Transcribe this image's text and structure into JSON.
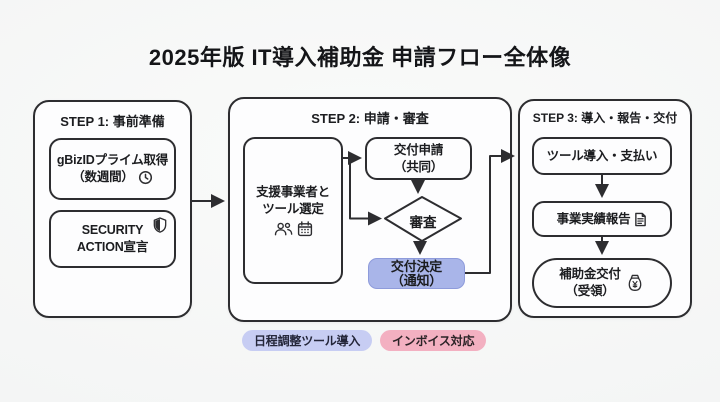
{
  "title": "2025年版 IT導入補助金 申請フロー全体像",
  "colors": {
    "background": "#f3f4f4",
    "surface": "#fdfdfe",
    "border": "#2d2d30",
    "text": "#1c1d20",
    "highlight": "#a9b5e9",
    "highlight_border": "#8e9bdb",
    "pill_purple": "#c7cdf3",
    "pill_pink": "#f3b0c1"
  },
  "steps": [
    {
      "label": "STEP 1: 事前準備",
      "nodes": [
        {
          "line1": "gBizIDプライム取得",
          "line2": "（数週間）",
          "icon": "clock-icon"
        },
        {
          "line1": "SECURITY",
          "line2": "ACTION宣言",
          "icon": "shield-icon"
        }
      ]
    },
    {
      "label": "STEP 2: 申請・審査",
      "nodes": [
        {
          "line1": "支援事業者と",
          "line2": "ツール選定",
          "icons": [
            "people-icon",
            "calendar-icon"
          ]
        },
        {
          "line1": "交付申請",
          "line2": "（共同）"
        },
        {
          "label": "審査",
          "shape": "diamond"
        },
        {
          "line1": "交付決定",
          "line2": "（通知）",
          "highlighted": true
        }
      ]
    },
    {
      "label": "STEP 3: 導入・報告・交付",
      "nodes": [
        {
          "line1": "ツール導入・支払い"
        },
        {
          "line1": "事業実績報告",
          "icon": "document-icon"
        },
        {
          "line1": "補助金交付",
          "line2": "（受領）",
          "icon": "money-bag-icon"
        }
      ]
    }
  ],
  "tags": [
    {
      "label": "日程調整ツール導入",
      "color": "purple"
    },
    {
      "label": "インボイス対応",
      "color": "pink"
    }
  ]
}
